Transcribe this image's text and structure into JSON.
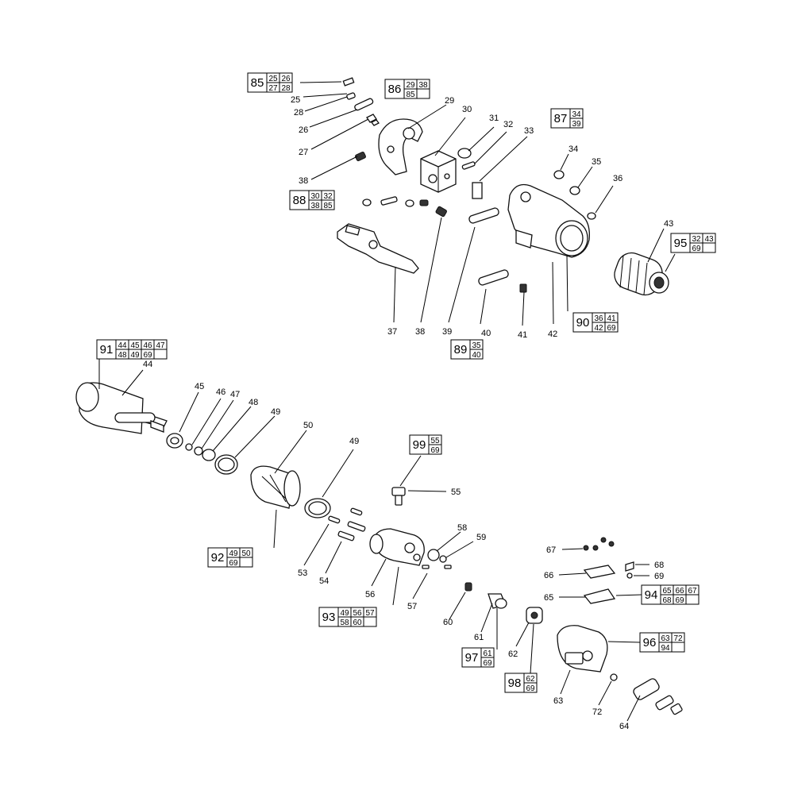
{
  "part_labels": [
    {
      "id": "25",
      "text": "25"
    },
    {
      "id": "28",
      "text": "28"
    },
    {
      "id": "26",
      "text": "26"
    },
    {
      "id": "27",
      "text": "27"
    },
    {
      "id": "38a",
      "text": "38"
    },
    {
      "id": "29",
      "text": "29"
    },
    {
      "id": "30",
      "text": "30"
    },
    {
      "id": "31",
      "text": "31"
    },
    {
      "id": "32",
      "text": "32"
    },
    {
      "id": "33",
      "text": "33"
    },
    {
      "id": "34",
      "text": "34"
    },
    {
      "id": "35",
      "text": "35"
    },
    {
      "id": "36",
      "text": "36"
    },
    {
      "id": "43",
      "text": "43"
    },
    {
      "id": "37",
      "text": "37"
    },
    {
      "id": "38b",
      "text": "38"
    },
    {
      "id": "39",
      "text": "39"
    },
    {
      "id": "40",
      "text": "40"
    },
    {
      "id": "41",
      "text": "41"
    },
    {
      "id": "42",
      "text": "42"
    },
    {
      "id": "44",
      "text": "44"
    },
    {
      "id": "45",
      "text": "45"
    },
    {
      "id": "46",
      "text": "46"
    },
    {
      "id": "47",
      "text": "47"
    },
    {
      "id": "48",
      "text": "48"
    },
    {
      "id": "49a",
      "text": "49"
    },
    {
      "id": "50",
      "text": "50"
    },
    {
      "id": "49b",
      "text": "49"
    },
    {
      "id": "55",
      "text": "55"
    },
    {
      "id": "58",
      "text": "58"
    },
    {
      "id": "59",
      "text": "59"
    },
    {
      "id": "53",
      "text": "53"
    },
    {
      "id": "54",
      "text": "54"
    },
    {
      "id": "56",
      "text": "56"
    },
    {
      "id": "57",
      "text": "57"
    },
    {
      "id": "60",
      "text": "60"
    },
    {
      "id": "61",
      "text": "61"
    },
    {
      "id": "62",
      "text": "62"
    },
    {
      "id": "63",
      "text": "63"
    },
    {
      "id": "64",
      "text": "64"
    },
    {
      "id": "72",
      "text": "72"
    },
    {
      "id": "65",
      "text": "65"
    },
    {
      "id": "66",
      "text": "66"
    },
    {
      "id": "67",
      "text": "67"
    },
    {
      "id": "68",
      "text": "68"
    },
    {
      "id": "69",
      "text": "69"
    }
  ],
  "kits": [
    {
      "id": "85",
      "number": "85",
      "row1": [
        "25",
        "26"
      ],
      "row2": [
        "27",
        "28"
      ]
    },
    {
      "id": "86",
      "number": "86",
      "row1": [
        "29",
        "38"
      ],
      "row2": [
        "85",
        ""
      ]
    },
    {
      "id": "87",
      "number": "87",
      "row1": [
        "34"
      ],
      "row2": [
        "39"
      ]
    },
    {
      "id": "88",
      "number": "88",
      "row1": [
        "30",
        "32"
      ],
      "row2": [
        "38",
        "85"
      ]
    },
    {
      "id": "95",
      "number": "95",
      "row1": [
        "32",
        "43"
      ],
      "row2": [
        "69",
        ""
      ]
    },
    {
      "id": "90",
      "number": "90",
      "row1": [
        "36",
        "41"
      ],
      "row2": [
        "42",
        "69"
      ]
    },
    {
      "id": "89",
      "number": "89",
      "row1": [
        "35"
      ],
      "row2": [
        "40"
      ]
    },
    {
      "id": "91",
      "number": "91",
      "row1": [
        "44",
        "45",
        "46",
        "47"
      ],
      "row2": [
        "48",
        "49",
        "69",
        ""
      ]
    },
    {
      "id": "99",
      "number": "99",
      "row1": [
        "55"
      ],
      "row2": [
        "69"
      ]
    },
    {
      "id": "92",
      "number": "92",
      "row1": [
        "49",
        "50"
      ],
      "row2": [
        "69",
        ""
      ]
    },
    {
      "id": "93",
      "number": "93",
      "row1": [
        "49",
        "56",
        "57"
      ],
      "row2": [
        "58",
        "60",
        ""
      ]
    },
    {
      "id": "94",
      "number": "94",
      "row1": [
        "65",
        "66",
        "67"
      ],
      "row2": [
        "68",
        "69",
        ""
      ]
    },
    {
      "id": "96",
      "number": "96",
      "row1": [
        "63",
        "72"
      ],
      "row2": [
        "94",
        ""
      ]
    },
    {
      "id": "97",
      "number": "97",
      "row1": [
        "61"
      ],
      "row2": [
        "69"
      ]
    },
    {
      "id": "98",
      "number": "98",
      "row1": [
        "62"
      ],
      "row2": [
        "69"
      ]
    }
  ],
  "colors": {
    "ink": "#000000",
    "paper": "#ffffff"
  }
}
